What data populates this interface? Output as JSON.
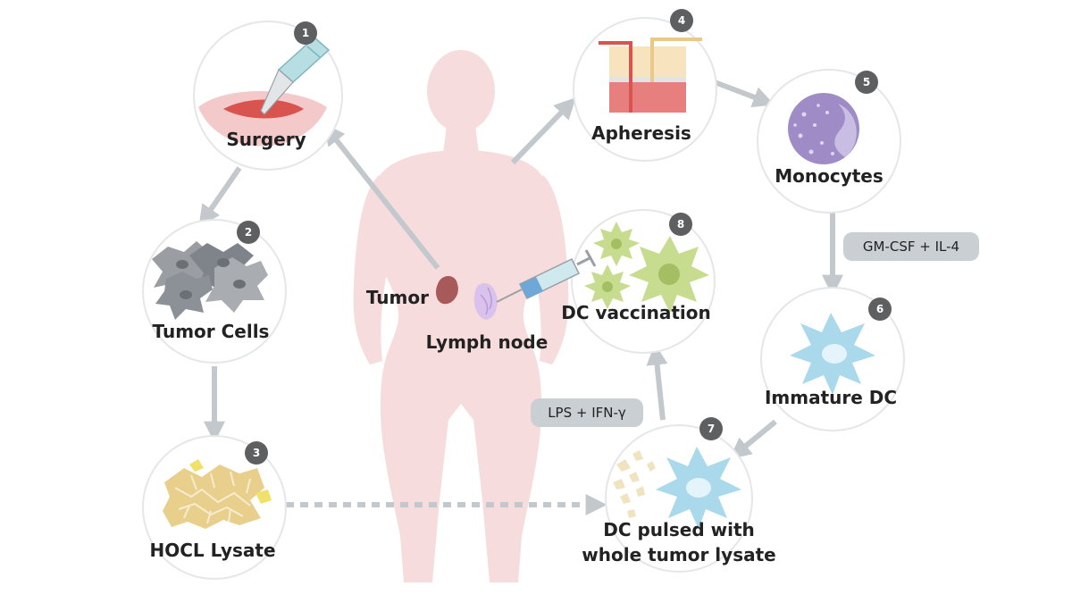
{
  "colors": {
    "arrow": "#c2c8cc",
    "circle_stroke": "#e4e6e8",
    "body": "#f6dcdc",
    "badge": "#5d5f61",
    "tag_bg": "#c9cfd2",
    "tumor": "#a85a5a",
    "lymph": "#d9c3ec",
    "dc_blue": "#a9d9eb",
    "dc_green": "#c8dc8f",
    "monocyte": "#9f8cc7",
    "lysate": "#e8cf8c",
    "tumor_cells": "#9a9ea3"
  },
  "steps": [
    {
      "number": "1",
      "label": "Surgery"
    },
    {
      "number": "2",
      "label": "Tumor Cells"
    },
    {
      "number": "3",
      "label": "HOCL Lysate"
    },
    {
      "number": "4",
      "label": "Apheresis"
    },
    {
      "number": "5",
      "label": "Monocytes"
    },
    {
      "number": "6",
      "label": "Immature DC"
    },
    {
      "number": "7",
      "label_line1": "DC pulsed with",
      "label_line2": "whole tumor lysate"
    },
    {
      "number": "8",
      "label": "DC vaccination"
    }
  ],
  "tags": {
    "gm_csf": "GM-CSF + IL-4",
    "lps": "LPS + IFN-γ"
  },
  "body_labels": {
    "tumor": "Tumor",
    "lymph_node": "Lymph node"
  },
  "icons": [
    "scalpel-icon",
    "incision-icon",
    "tumor-cells-icon",
    "lysate-icon",
    "apheresis-tube-icon",
    "monocyte-icon",
    "immature-dc-icon",
    "mature-dc-icon",
    "syringe-icon",
    "tumor-icon",
    "lymph-node-icon"
  ]
}
